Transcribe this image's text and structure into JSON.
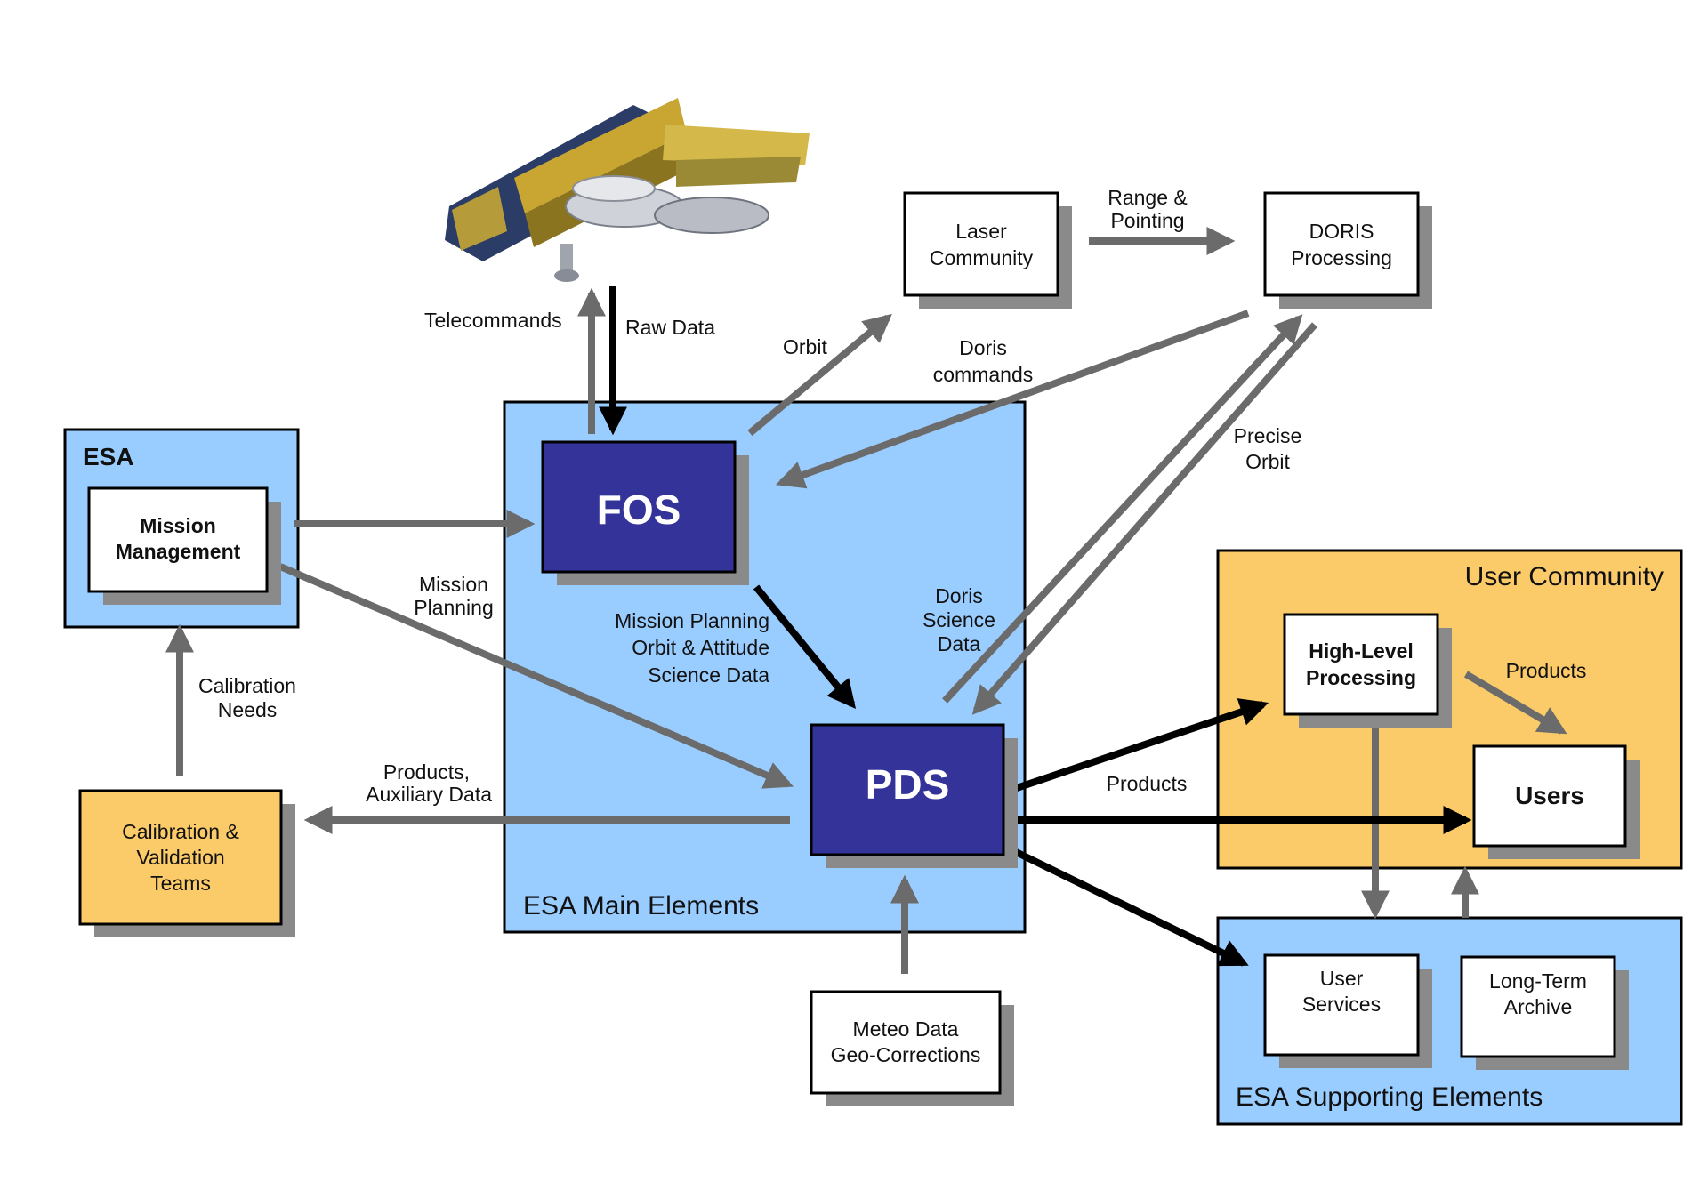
{
  "colors": {
    "light_blue": "#99ccff",
    "dark_blue": "#333399",
    "orange": "#fccb69",
    "gray_arrow": "#6b6b6b",
    "black_arrow": "#000000",
    "shadow": "#8a8a8a"
  },
  "icons": {
    "satellite": "satellite-icon"
  },
  "groups": {
    "esa": "ESA",
    "main": "ESA Main Elements",
    "user_community": "User Community",
    "supporting": "ESA Supporting Elements"
  },
  "boxes": {
    "fos": "FOS",
    "pds": "PDS",
    "mission_management": [
      "Mission",
      "Management"
    ],
    "calibration_validation": [
      "Calibration &",
      "Validation",
      "Teams"
    ],
    "laser_community": [
      "Laser",
      "Community"
    ],
    "doris_processing": [
      "DORIS",
      "Processing"
    ],
    "meteo": [
      "Meteo Data",
      "Geo-Corrections"
    ],
    "high_level_processing": [
      "High-Level",
      "Processing"
    ],
    "users": "Users",
    "user_services": [
      "User",
      "Services"
    ],
    "long_term_archive": [
      "Long-Term",
      "Archive"
    ]
  },
  "labels": {
    "telecommands": "Telecommands",
    "raw_data": "Raw Data",
    "orbit": "Orbit",
    "range_pointing": [
      "Range &",
      "Pointing"
    ],
    "doris_commands": [
      "Doris",
      "commands"
    ],
    "precise_orbit": [
      "Precise",
      "Orbit"
    ],
    "mission_planning": [
      "Mission",
      "Planning"
    ],
    "fos_to_pds": [
      "Mission Planning",
      "Orbit & Attitude",
      "Science Data"
    ],
    "doris_science": [
      "Doris",
      "Science",
      "Data"
    ],
    "calibration_needs": [
      "Calibration",
      "Needs"
    ],
    "products_aux": [
      "Products,",
      "Auxiliary Data"
    ],
    "products_main": "Products",
    "products_users": "Products"
  }
}
